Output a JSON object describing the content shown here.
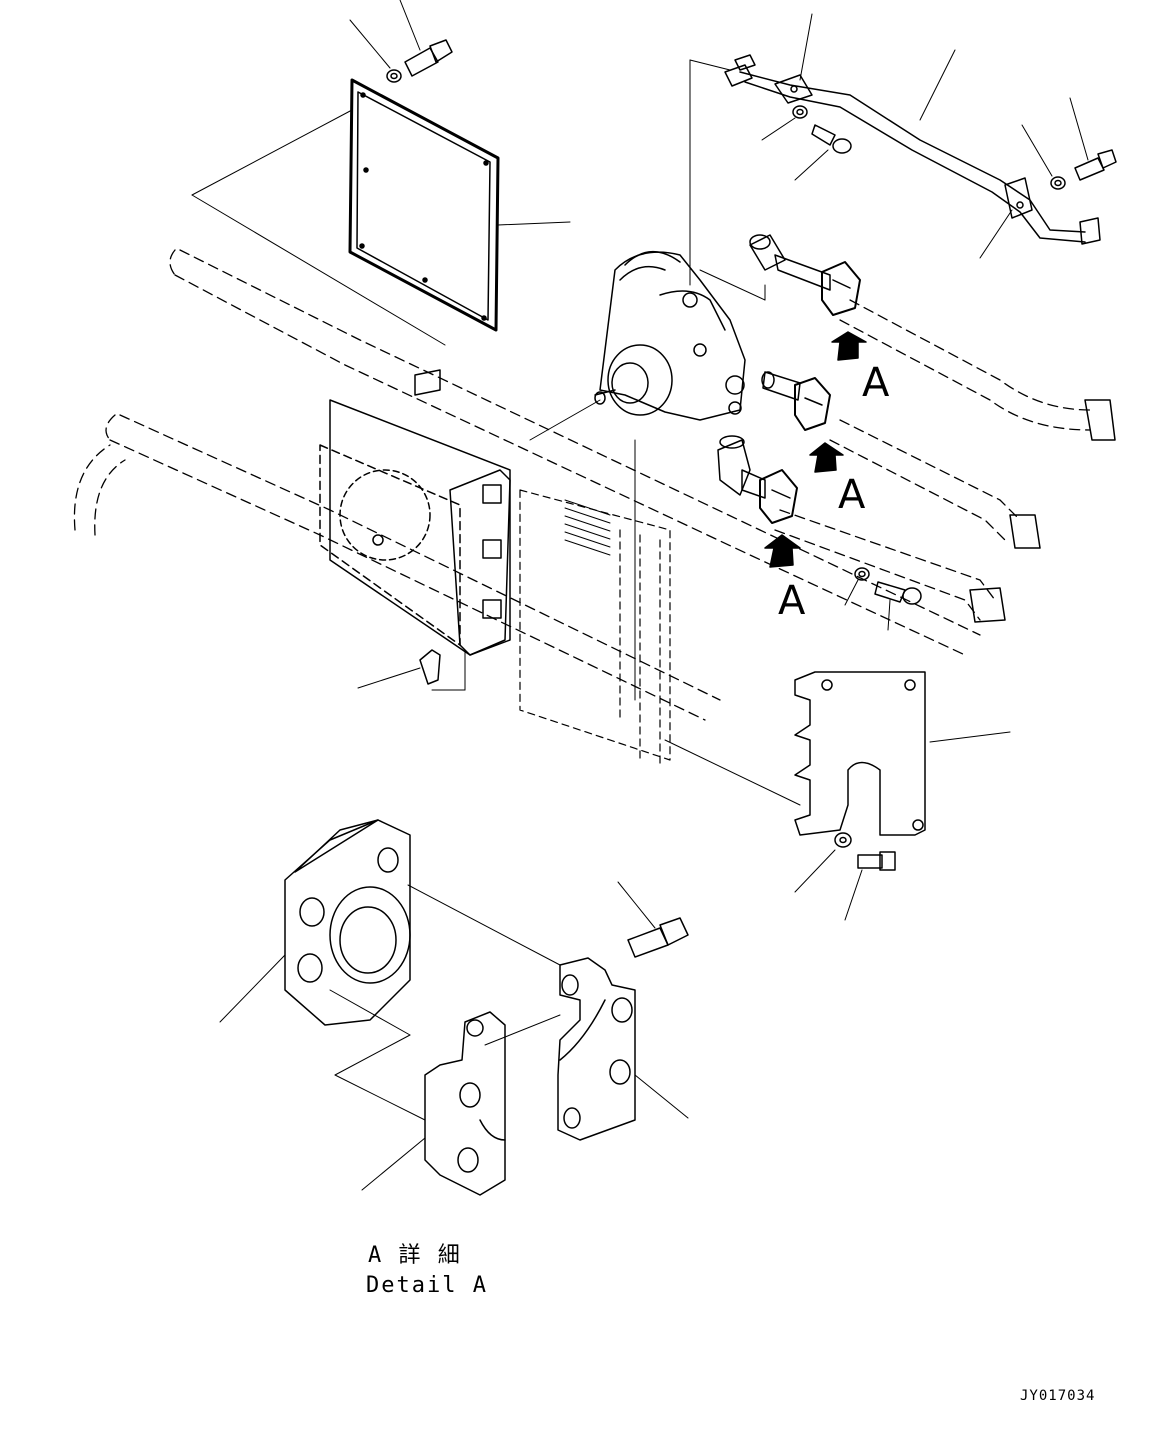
{
  "callouts": {
    "arrow_label_1": "A",
    "arrow_label_2": "A",
    "arrow_label_3": "A"
  },
  "detail": {
    "caption_jp": "A 詳 細",
    "caption_en": "Detail A"
  },
  "drawing_code": "JY017034"
}
